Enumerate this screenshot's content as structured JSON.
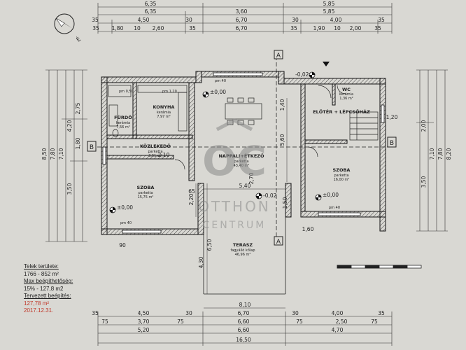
{
  "dimensions": {
    "top": {
      "row1": [
        "6,35",
        "5,85"
      ],
      "row2": [
        "6,35",
        "3,60",
        "5,85"
      ],
      "row3": [
        "35",
        "4,50",
        "30",
        "6,70",
        "30",
        "4,00",
        "35"
      ],
      "row4": [
        "35",
        "1,80",
        "10",
        "2,60",
        "35",
        "6,70",
        "35",
        "1,90",
        "10",
        "2,00",
        "35"
      ]
    },
    "bottom": {
      "row1": [
        "35",
        "4,50",
        "30",
        "6,70",
        "30",
        "4,00",
        "35"
      ],
      "row2": [
        "75",
        "3,70",
        "75",
        "6,60",
        "75",
        "2,50",
        "75"
      ],
      "row3": [
        "5,20",
        "6,60",
        "4,70"
      ],
      "total": "16,50"
    },
    "left": [
      "8,50",
      "7,80",
      "7,10",
      "4,20",
      "3,50",
      "2,75",
      "1,80"
    ],
    "right": [
      "8,20",
      "7,80",
      "7,10",
      "2,00",
      "3,50"
    ],
    "interior": [
      "5,40",
      "2,20",
      "1,40",
      "5,60",
      "4,30",
      "6,50",
      "8,10",
      "1,50",
      "65",
      "2,10",
      "2,70",
      "1,20",
      "1,60",
      "90"
    ]
  },
  "sections": {
    "a_top": "A",
    "a_bottom": "A",
    "b_left": "B",
    "b_right": "B"
  },
  "rooms": {
    "konyha": {
      "name": "KONYHA",
      "floor": "kerámia",
      "area": "7,97 m²"
    },
    "furdo": {
      "name": "FÜRDŐ",
      "floor": "kerámia",
      "area": "7,56 m²"
    },
    "kozlekedo": {
      "name": "KÖZLEKEDŐ",
      "floor": "parketta",
      "area": "3,51 m²"
    },
    "nappali": {
      "name": "NAPPALI+ÉTKEZŐ",
      "floor": "parketta",
      "area": "43,40 m²"
    },
    "wc": {
      "name": "WC",
      "floor": "kerámia",
      "area": "1,36 m²"
    },
    "eloter": {
      "name": "ELŐTÉR + LÉPCSŐHÁZ",
      "floor": "",
      "area": ""
    },
    "szoba_left": {
      "name": "SZOBA",
      "floor": "parketta",
      "area": "15,75 m²"
    },
    "szoba_right": {
      "name": "SZOBA",
      "floor": "parketta",
      "area": "16,00 m²"
    },
    "terasz": {
      "name": "TERASZ",
      "floor": "fagyálló kőlap",
      "area": "46,96 m²"
    }
  },
  "levels": {
    "nappali": "±0,00",
    "szoba_left": "±0,00",
    "szoba_right": "±0,00",
    "entrance": "-0,02",
    "terrace": "-0,02"
  },
  "labels": {
    "pm_1_20": "pm 1,20",
    "pm_0_50": "pm 0,50",
    "pm40": "pm 40",
    "north": "É"
  },
  "watermark": {
    "line1": "OTTHON",
    "line2": "CENTRUM",
    "logo": "OC"
  },
  "info": {
    "telek_label": "Telek területe:",
    "telek_value": "1766 - 852 m²",
    "max_label": "Max beépíthetőség:",
    "max_value": "15% - 127,8 m2",
    "terv_label": "Tervezett beépítés:",
    "terv_value": "127,78 m²",
    "date": "2017.12.31."
  },
  "colors": {
    "background": "#d9d8d3",
    "line": "#2a2a2a",
    "highlight_red": "#c0392b",
    "watermark": "#8a8a8a"
  }
}
